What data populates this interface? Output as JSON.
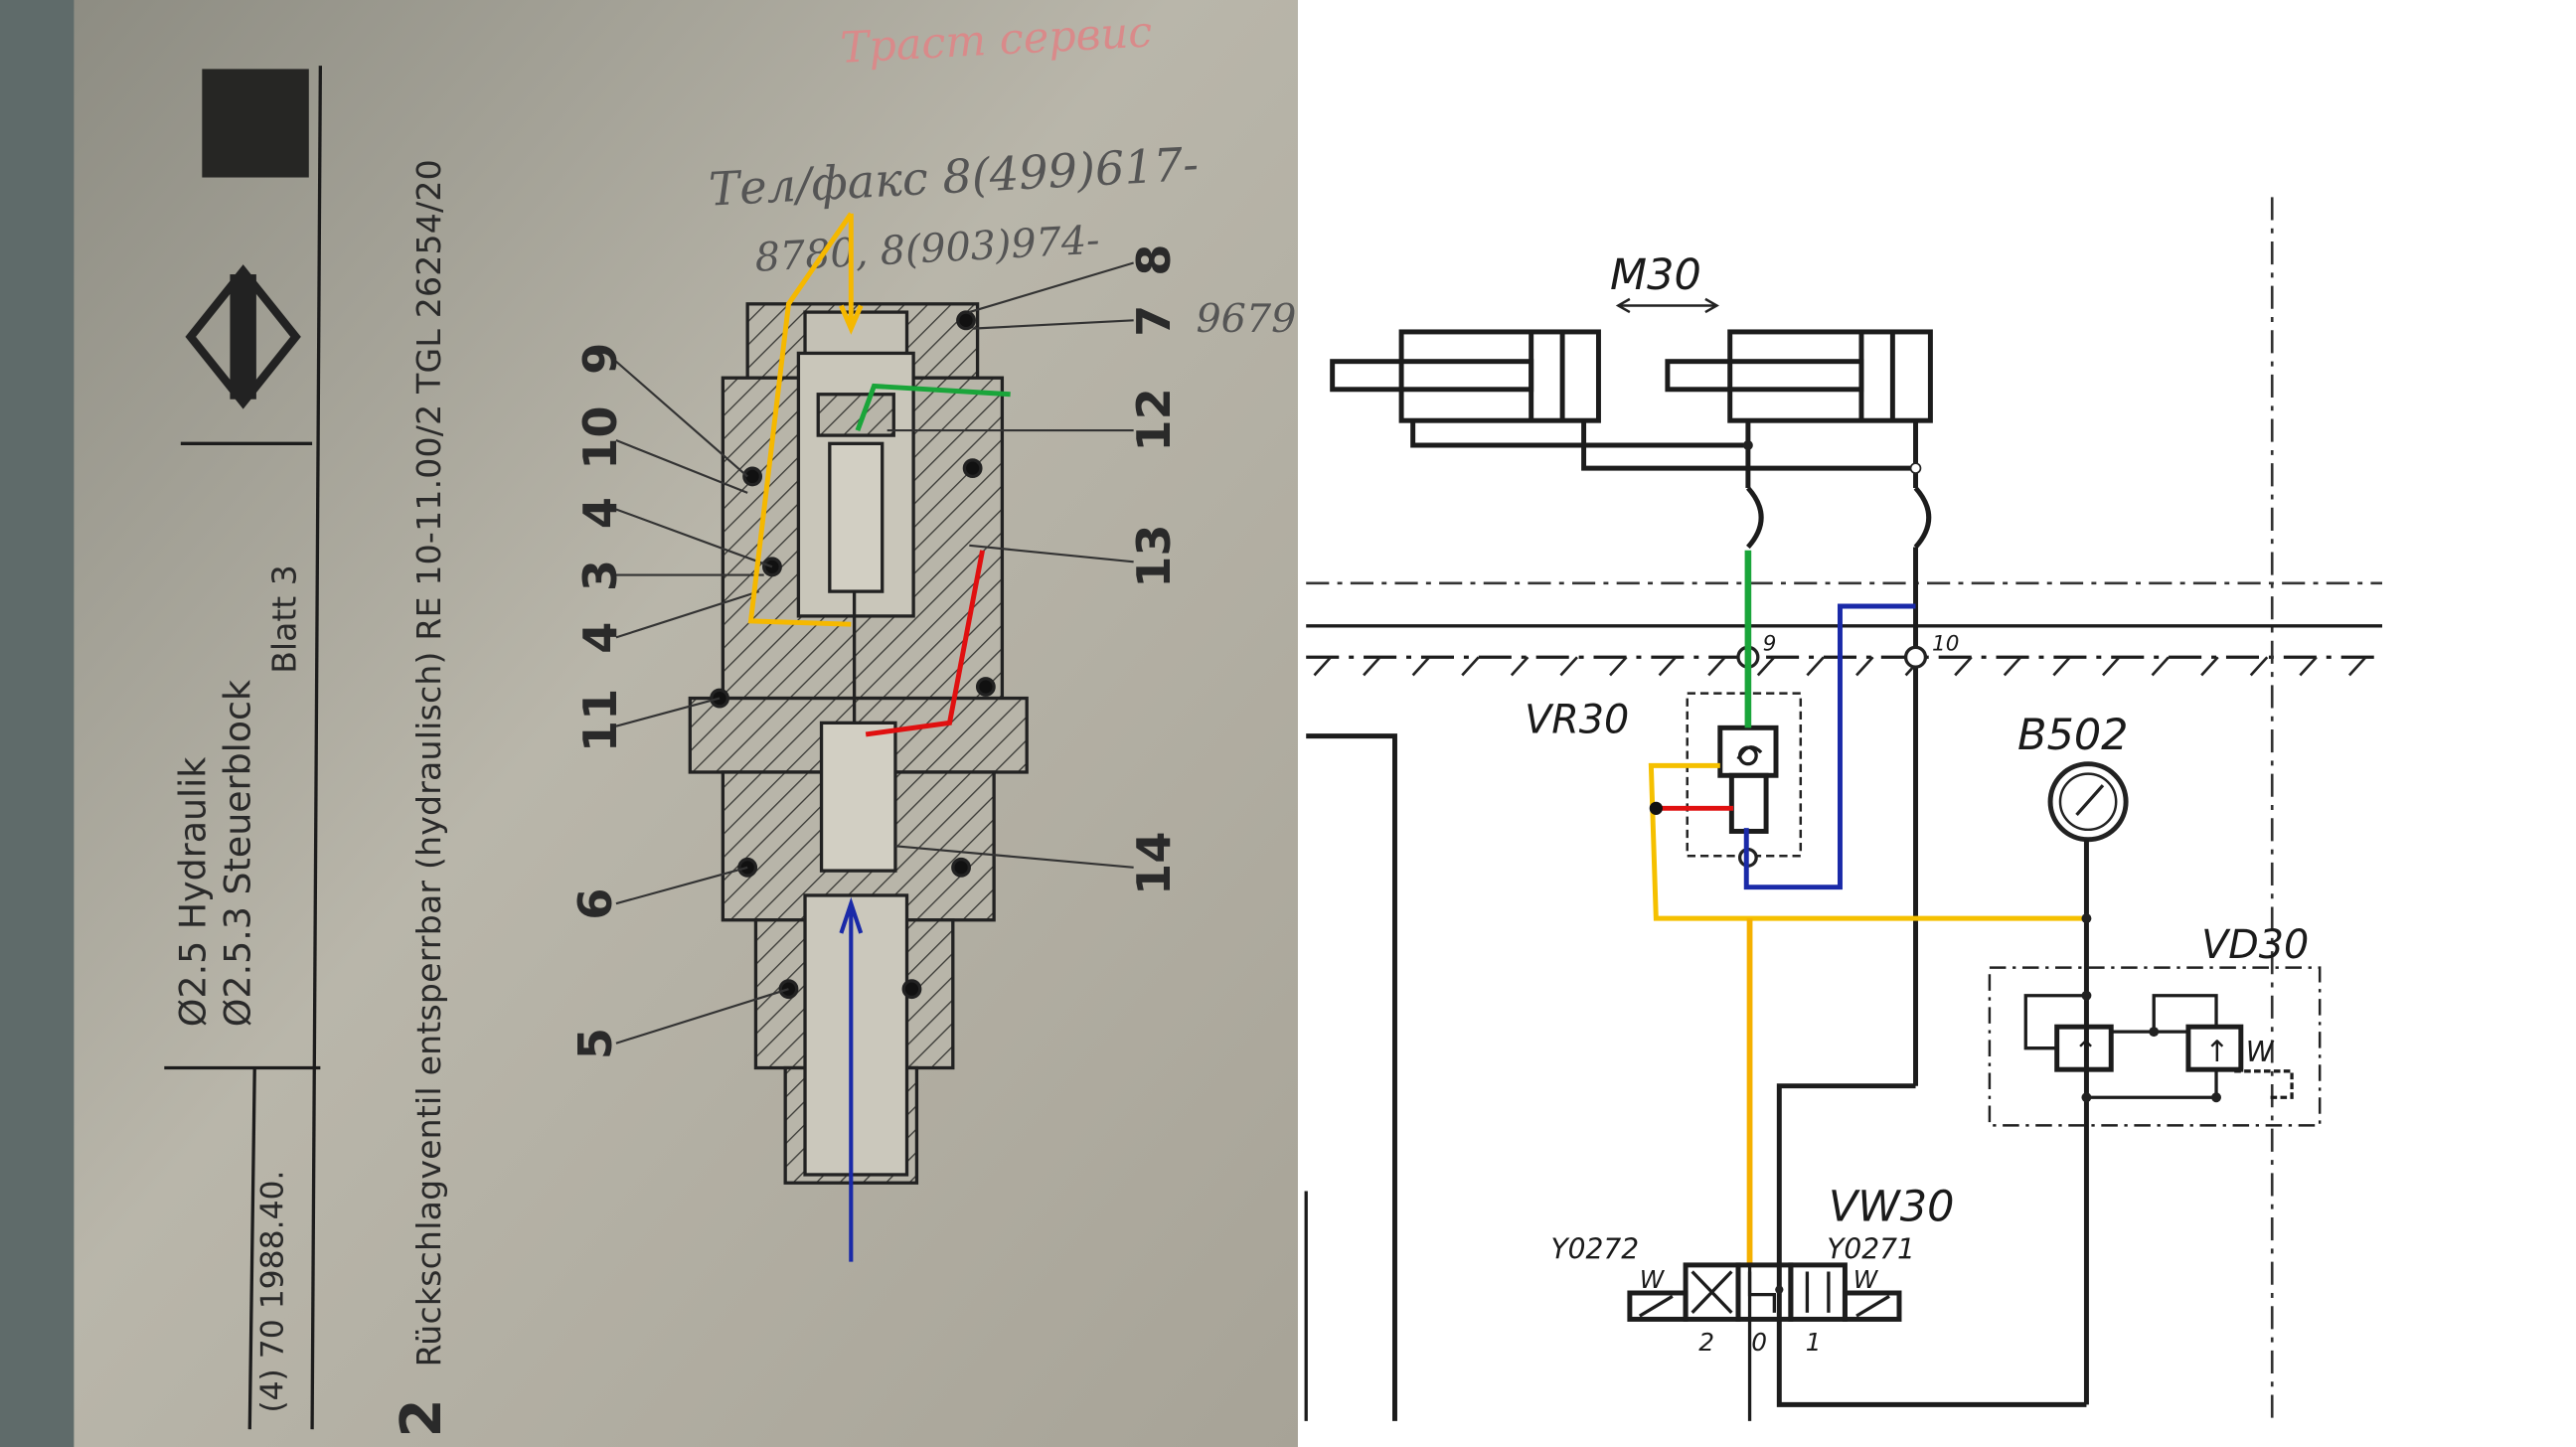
{
  "photo": {
    "stamp": "Траст сервис",
    "contact_line1": "Тел/факс  8(499)617-",
    "contact_line2": "8780, 8(903)974-",
    "contact_line3": "9679",
    "section1": "Ø2.5  Hydraulik",
    "section2": "Ø2.5.3  Steuerblock",
    "sheet": "Blatt 3",
    "doc_number": "(4) 70 1988.40.",
    "figure_number": "2",
    "caption": "Rückschlagventil  entsperrbar (hydraulisch)  RE 10-11.00/2   TGL 26254/20",
    "left_part_numbers": [
      "9",
      "10",
      "4",
      "3",
      "4",
      "11",
      "6",
      "5"
    ],
    "right_part_numbers": [
      "8",
      "7",
      "12",
      "13",
      "14"
    ],
    "annotation_colors": {
      "yellow": "#f5b800",
      "green": "#1aa53a",
      "red": "#e01010",
      "blue": "#1a2aa8"
    }
  },
  "schematic": {
    "cylinder_label": "M30",
    "port9": "9",
    "port10": "10",
    "check_valve_label": "VR30",
    "gauge_label": "B502",
    "pressure_valve_label": "VD30",
    "directional_valve_label": "VW30",
    "solenoid_left": "Y0272",
    "solenoid_right": "Y0271",
    "positions": [
      "2",
      "0",
      "1"
    ],
    "spring_mark": "W"
  }
}
